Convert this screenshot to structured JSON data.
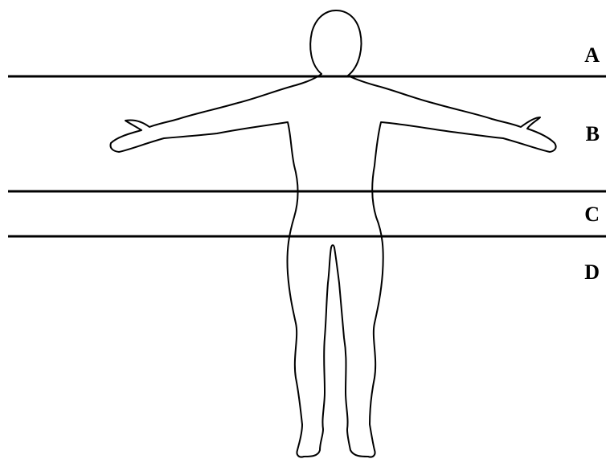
{
  "regions": [
    {
      "label": "A"
    },
    {
      "label": "B"
    },
    {
      "label": "C"
    },
    {
      "label": "D"
    }
  ]
}
